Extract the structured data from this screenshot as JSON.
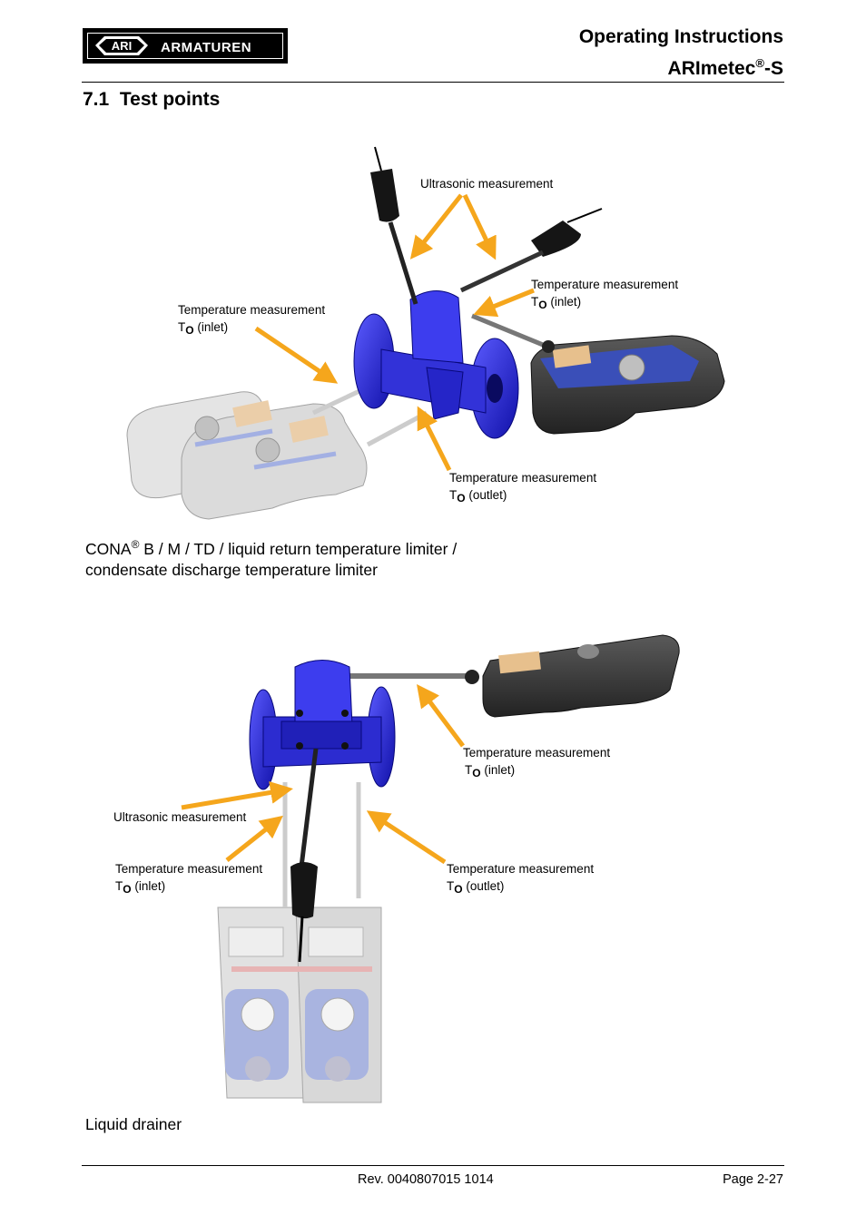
{
  "header": {
    "logo_text": "ARMATUREN",
    "logo_badge": "ARI",
    "title_line1": "Operating Instructions",
    "title_line2_main": "ARImetec",
    "title_line2_reg": "®",
    "title_line2_suffix": "-S"
  },
  "section": {
    "number": "7.1",
    "title": "Test points"
  },
  "figure1": {
    "label_ultrasonic": "Ultrasonic measurement",
    "label_temp_right_title": "Temperature measurement",
    "label_temp_right_t": "T",
    "label_temp_right_sub": "O",
    "label_temp_right_suffix": " (inlet)",
    "label_temp_left_title": "Temperature measurement",
    "label_temp_left_t": "T",
    "label_temp_left_sub": "O",
    "label_temp_left_suffix": " (inlet)",
    "label_temp_outlet_title": "Temperature measurement",
    "label_temp_outlet_t": "T",
    "label_temp_outlet_sub": "O",
    "label_temp_outlet_suffix": " (outlet)",
    "caption_main": "CONA",
    "caption_reg": "®",
    "caption_line1_rest": " B / M / TD / liquid return temperature limiter /",
    "caption_line2": "condensate discharge temperature limiter"
  },
  "figure2": {
    "label_temp_right_title": "Temperature measurement",
    "label_temp_right_t": "T",
    "label_temp_right_sub": "O",
    "label_temp_right_suffix": " (inlet)",
    "label_ultrasonic": "Ultrasonic measurement",
    "label_temp_left_title": "Temperature measurement",
    "label_temp_left_t": "T",
    "label_temp_left_sub": "O",
    "label_temp_left_suffix": " (inlet)",
    "label_temp_outlet_title": "Temperature measurement",
    "label_temp_outlet_t": "T",
    "label_temp_outlet_sub": "O",
    "label_temp_outlet_suffix": " (outlet)",
    "caption": "Liquid drainer"
  },
  "footer": {
    "revision": "Rev. 0040807015 1014",
    "page": "Page 2-27"
  },
  "colors": {
    "arrow": "#f5a61c",
    "valve_blue": "#2a2ad6",
    "device_dark": "#3a3a3a",
    "device_ghost": "#d6d6d6"
  }
}
